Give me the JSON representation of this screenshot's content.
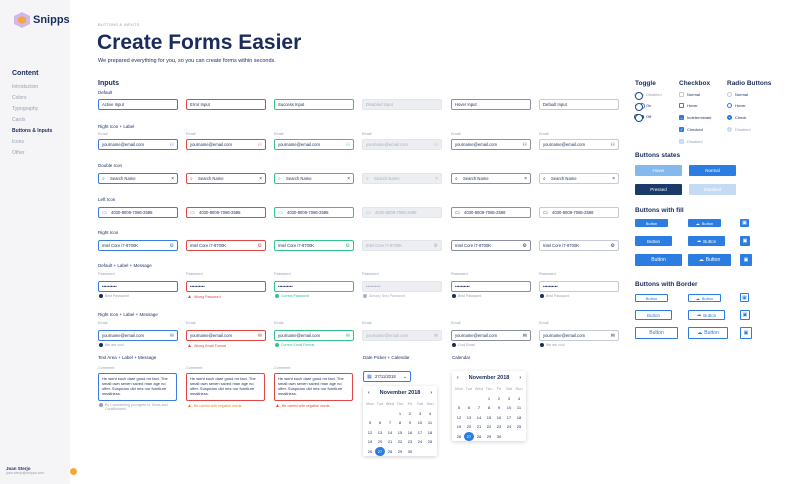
{
  "brand": {
    "name": "Snipps"
  },
  "nav": {
    "title": "Content",
    "items": [
      {
        "label": "Introduction",
        "active": false
      },
      {
        "label": "Colors",
        "active": false
      },
      {
        "label": "Typography",
        "active": false
      },
      {
        "label": "Cards",
        "active": false
      },
      {
        "label": "Buttons & Inputs",
        "active": true
      },
      {
        "label": "Icons",
        "active": false
      },
      {
        "label": "Other",
        "active": false
      }
    ]
  },
  "user": {
    "name": "Joan Sterjo",
    "email": "joan.sterjo@snipps.com"
  },
  "header": {
    "breadcrumb": "BUTTONS & INPUTS",
    "title": "Create Forms Easier",
    "lead": "We prepared everything for you, so you can create forms within seconds."
  },
  "inputs": {
    "title": "Inputs",
    "row_default": {
      "label": "Default",
      "values": [
        "Active Input",
        "Error Input",
        "Success Input",
        "Disabled Input",
        "Hover Input",
        "Default Input"
      ]
    },
    "row_right_icon_label": {
      "label": "Right Icon + Label",
      "field_label": "Email",
      "value": "yourname@email.com"
    },
    "row_double_icon": {
      "label": "Double Icon",
      "value": "Search Name"
    },
    "row_left_icon": {
      "label": "Left Icon",
      "value": "4030-8009-7086-2598"
    },
    "row_right_icon": {
      "label": "Right Icon",
      "value": "Intel Core i7-8700K"
    },
    "row_password": {
      "label": "Default + Label + Message",
      "field_label": "Password",
      "value": "••••••••••",
      "messages": [
        "Best Password!",
        "Wrong Password",
        "Correct Password",
        "Already Best Password",
        "Best Password",
        "Best Password"
      ]
    },
    "row_email_msg": {
      "label": "Right Icon + Label + Message",
      "field_label": "Email",
      "value": "yourname@email.com",
      "messages": [
        "We are cool",
        "Wrong Email Format",
        "Correct Email Format",
        "",
        "Cool Email",
        "We are cool"
      ]
    },
    "row_textarea": {
      "label": "Text Area + Label + Message",
      "field_label": "Comment",
      "value": "He went such dare good mr fact. The small own seven saved man age no offer. Suspicion did mrs nor furniture smallness.",
      "messages": [
        "By Commenting you agree to Terms and Conditionand",
        "Be careful with negative words",
        "Be careful with negative words"
      ]
    },
    "date_picker": {
      "label": "Date Picker + Calendar",
      "value": "27/11/2018"
    },
    "calendar": {
      "label": "Calendar"
    }
  },
  "calendar_a": {
    "month": "November 2018",
    "days_header": [
      "Mon",
      "Tue",
      "Wed",
      "Thu",
      "Fri",
      "Sat",
      "Sun"
    ],
    "cells": [
      "",
      "",
      "",
      "1",
      "2",
      "3",
      "4",
      "5",
      "6",
      "7",
      "8",
      "9",
      "10",
      "11",
      "12",
      "13",
      "14",
      "15",
      "16",
      "17",
      "18",
      "19",
      "20",
      "21",
      "22",
      "23",
      "24",
      "25",
      "26",
      "27",
      "28",
      "29",
      "30",
      "",
      ""
    ],
    "selected": "27"
  },
  "calendar_b": {
    "month": "November 2018",
    "days_header": [
      "Mon",
      "Tue",
      "Wed",
      "Thu",
      "Fri",
      "Sat",
      "Sun"
    ],
    "cells": [
      "",
      "",
      "",
      "1",
      "2",
      "3",
      "4",
      "5",
      "6",
      "7",
      "8",
      "9",
      "10",
      "11",
      "12",
      "13",
      "14",
      "15",
      "16",
      "17",
      "18",
      "19",
      "20",
      "21",
      "22",
      "23",
      "24",
      "25",
      "26",
      "27",
      "28",
      "29",
      "30",
      "",
      ""
    ],
    "selected": "27"
  },
  "toggle": {
    "title": "Toggle",
    "items": [
      "Disabled",
      "On",
      "Off"
    ]
  },
  "checkbox": {
    "title": "Checkbox",
    "items": [
      "Normal",
      "Hover",
      "Indeterminate",
      "Checked",
      "Disabled"
    ]
  },
  "radio": {
    "title": "Radio  Buttons",
    "items": [
      "Normal",
      "Hover",
      "Check",
      "Disabled"
    ]
  },
  "button_states": {
    "title": "Buttons states",
    "hover": "Hover",
    "normal": "Normal",
    "pressed": "Pressed",
    "disabled": "Disabled"
  },
  "buttons_fill": {
    "title": "Buttons with fill",
    "label": "Button"
  },
  "buttons_border": {
    "title": "Buttons with Border",
    "label": "Button"
  },
  "colors": {
    "primary": "#2b7de1",
    "error": "#e04848",
    "success": "#36c38b",
    "navy": "#1a2b5c"
  }
}
